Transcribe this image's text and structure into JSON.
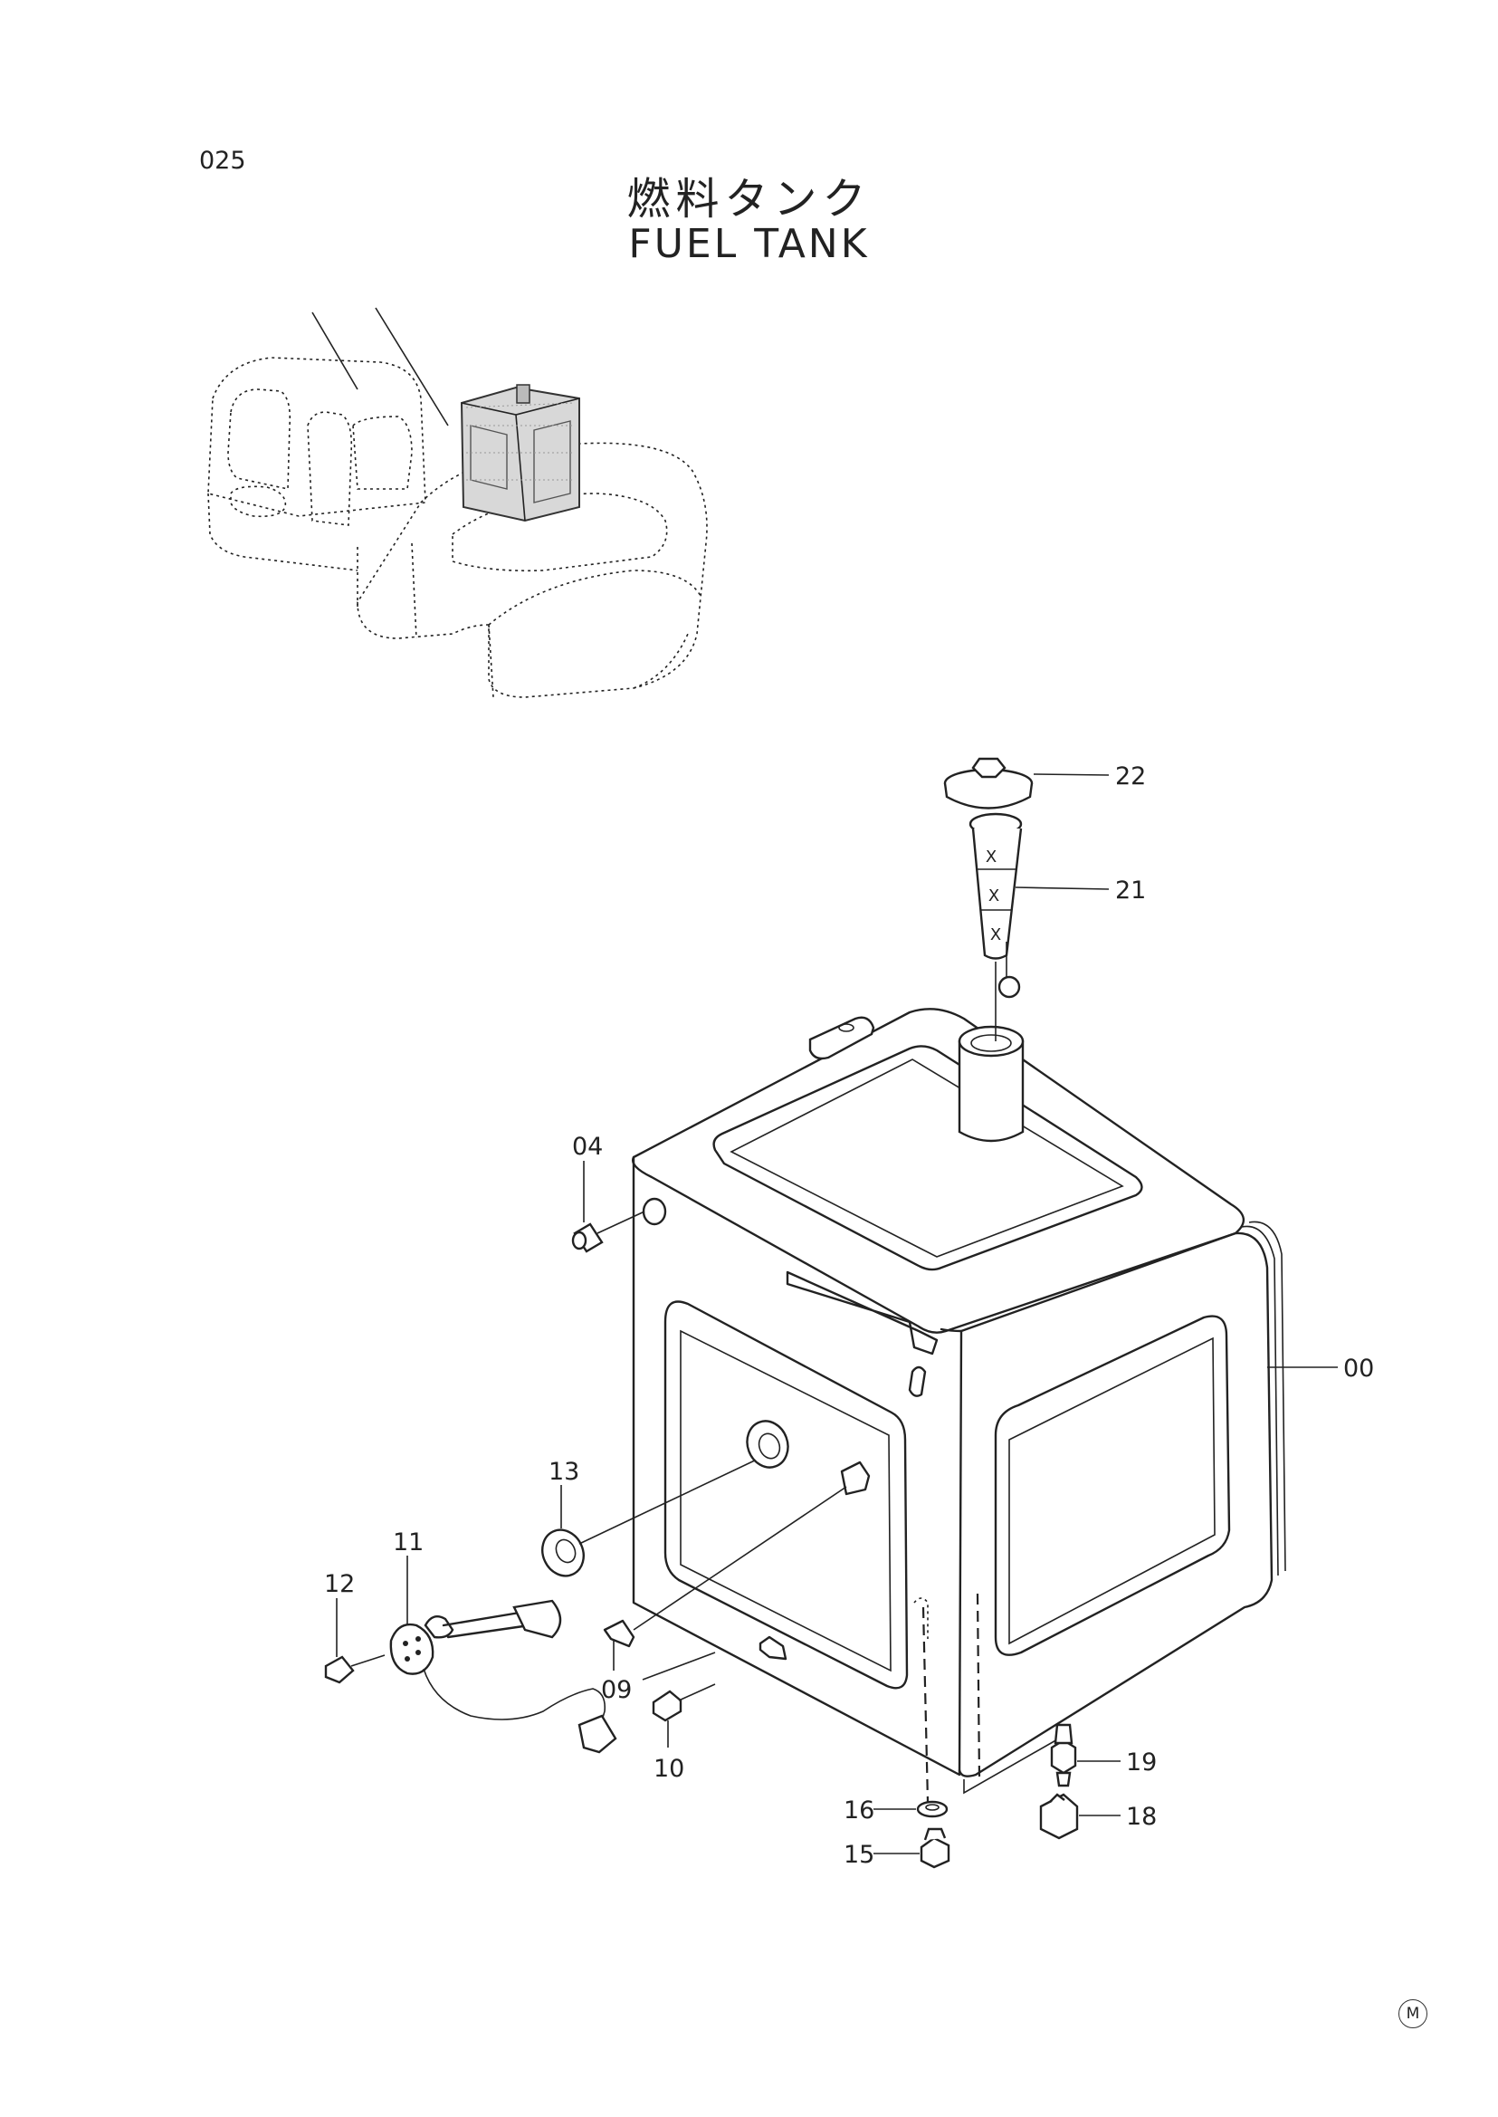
{
  "header": {
    "page_number": "025",
    "title_jp": "燃料タンク",
    "title_en": "FUEL TANK"
  },
  "callouts": [
    {
      "id": "22",
      "label": "22"
    },
    {
      "id": "21",
      "label": "21"
    },
    {
      "id": "04",
      "label": "04"
    },
    {
      "id": "00",
      "label": "00"
    },
    {
      "id": "13",
      "label": "13"
    },
    {
      "id": "11",
      "label": "11"
    },
    {
      "id": "12",
      "label": "12"
    },
    {
      "id": "09",
      "label": "09"
    },
    {
      "id": "10",
      "label": "10"
    },
    {
      "id": "16",
      "label": "16"
    },
    {
      "id": "15",
      "label": "15"
    },
    {
      "id": "19",
      "label": "19"
    },
    {
      "id": "18",
      "label": "18"
    }
  ],
  "footer": {
    "maker_mark": "M"
  }
}
